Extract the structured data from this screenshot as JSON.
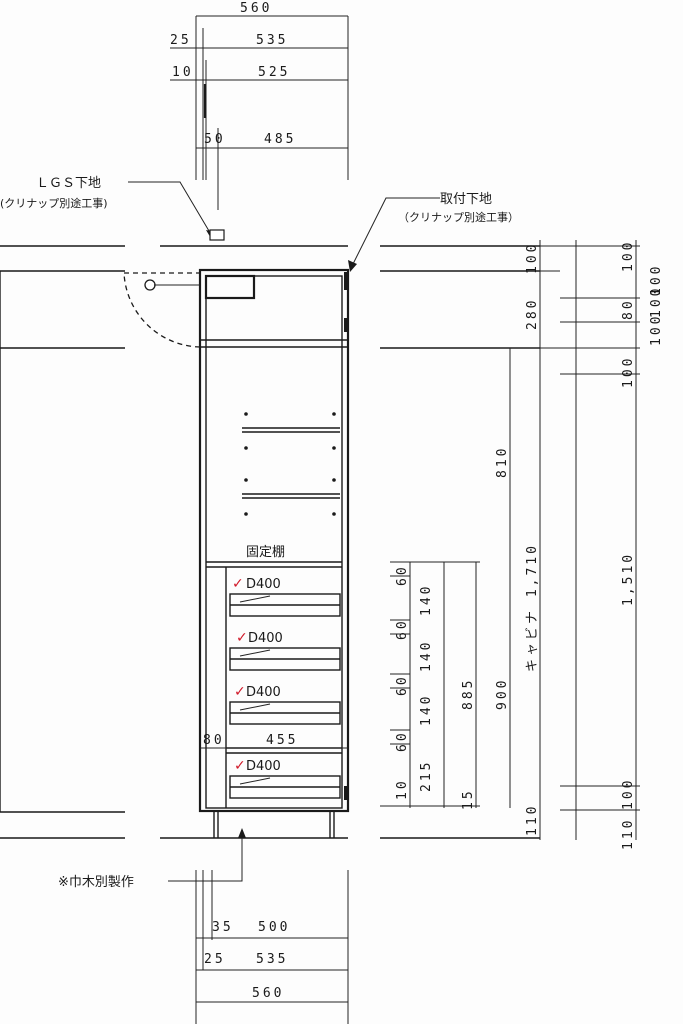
{
  "top_dims": {
    "d560_top": "560",
    "d25": "25",
    "d535": "535",
    "d10": "10",
    "d525": "525",
    "d50": "50",
    "d485": "485"
  },
  "labels": {
    "lgs": "ＬＧＳ下地",
    "lgs_sub": "(クリナップ別途工事)",
    "toritsuke": "取付下地",
    "toritsuke_sub": "（クリナップ別途工事）",
    "kotei": "固定棚",
    "habaki": "※巾木別製作"
  },
  "drawers": [
    "D400",
    "D400",
    "D400",
    "D400"
  ],
  "checkmark": "✓",
  "mid_dims": {
    "d80": "80",
    "d455": "455"
  },
  "bottom_dims": {
    "d35": "35",
    "d500": "500",
    "d25": "25",
    "d535": "535",
    "d560": "560"
  },
  "right_dims": {
    "c1": [
      "100",
      "280",
      "810"
    ],
    "c2": [
      "60",
      "140",
      "60",
      "140",
      "60",
      "140",
      "60",
      "215",
      "10"
    ],
    "c3": [
      "885",
      "15"
    ],
    "c4": [
      "900",
      "110"
    ],
    "c5": "キャビナ 1,710",
    "c6": [
      "100",
      "80",
      "100",
      "1,510",
      "100",
      "110"
    ],
    "c7": [
      "100",
      "100",
      "100"
    ]
  },
  "colors": {
    "line": "#1a1a1a",
    "check": "#d11a2a"
  }
}
